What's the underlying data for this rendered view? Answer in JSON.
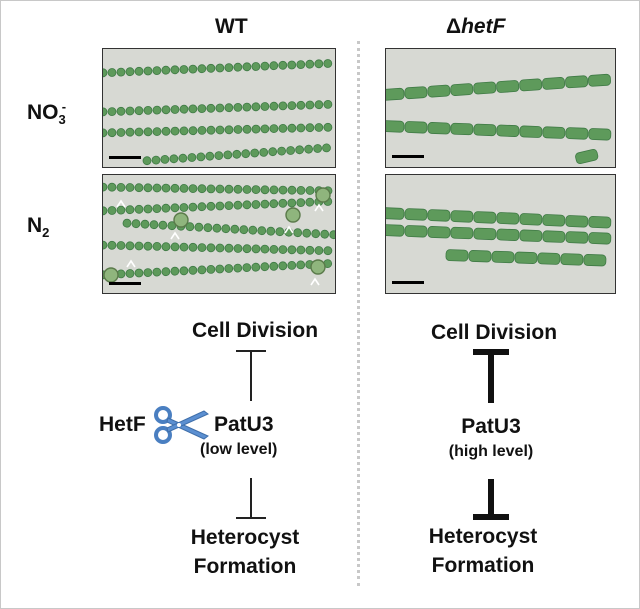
{
  "headers": {
    "wt": "WT",
    "mutant_prefix": "Δ",
    "mutant_gene": "hetF"
  },
  "rows": {
    "nitrate": {
      "base": "NO",
      "sub": "3",
      "sup": "-"
    },
    "dinitrogen": {
      "base": "N",
      "sub": "2"
    }
  },
  "wt_model": {
    "top": "Cell Division",
    "actor": "HetF",
    "center": "PatU3",
    "level": "(low level)",
    "bottom_line1": "Heterocyst",
    "bottom_line2": "Formation"
  },
  "mutant_model": {
    "top": "Cell Division",
    "center": "PatU3",
    "level": "(high level)",
    "bottom_line1": "Heterocyst",
    "bottom_line2": "Formation"
  },
  "colors": {
    "filament": "#5e9a5b",
    "filament_dark": "#3f7a45",
    "micrograph_bg": "#d7d9d3",
    "scissors": "#4a7fc1"
  },
  "icons": {
    "scissors": "scissors-icon"
  }
}
